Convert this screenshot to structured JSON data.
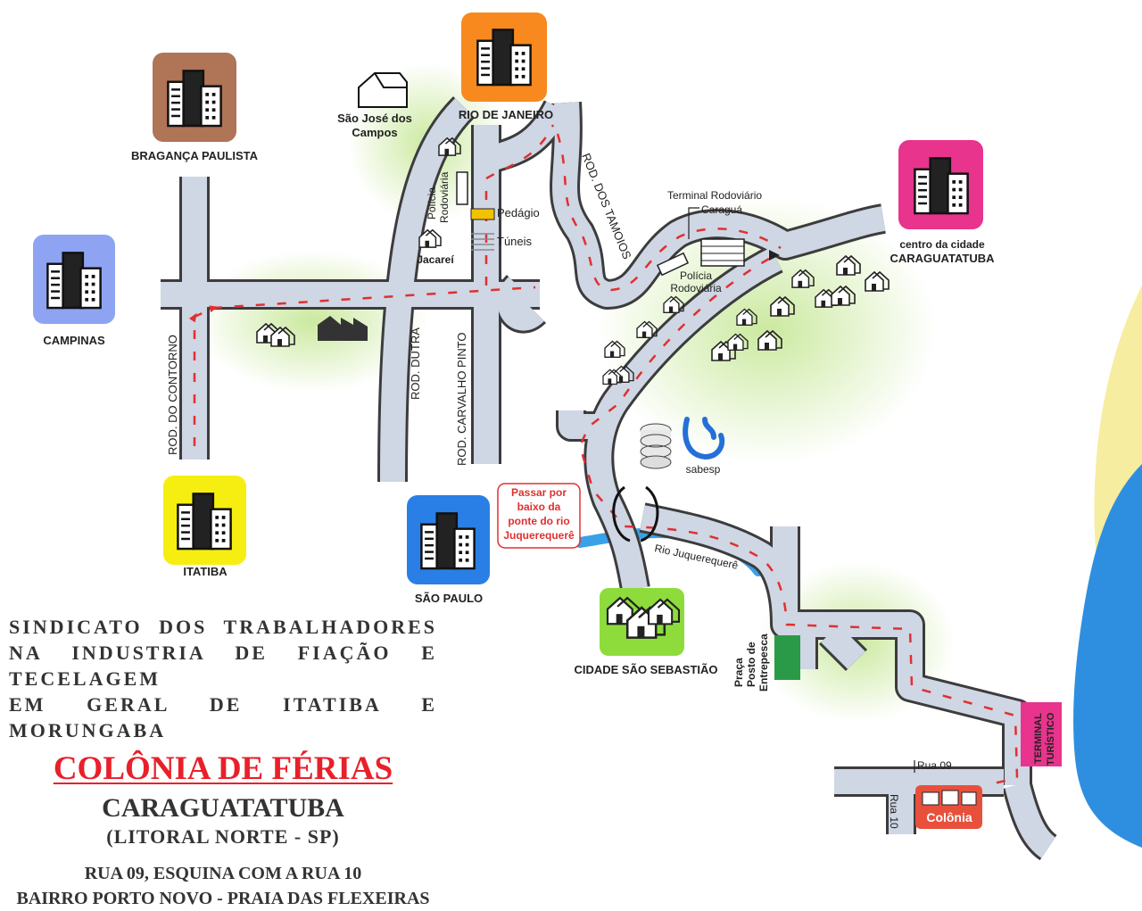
{
  "map": {
    "cities": {
      "braganca": "BRAGANÇA PAULISTA",
      "campinas": "CAMPINAS",
      "itatiba": "ITATIBA",
      "sao_paulo": "SÃO PAULO",
      "rio": "RIO DE JANEIRO",
      "sjc_1": "São José dos",
      "sjc_2": "Campos",
      "jacarei": "Jacareí",
      "caragua_1": "centro da cidade",
      "caragua_2": "CARAGUATATUBA",
      "sao_sebastiao": "CIDADE SÃO SEBASTIÃO"
    },
    "roads": {
      "contorno": "ROD. DO CONTORNO",
      "dutra": "ROD. DUTRA",
      "carvalho_pinto": "ROD. CARVALHO PINTO",
      "tamoios": "ROD. DOS TAMOIOS"
    },
    "places": {
      "pedagio": "Pedágio",
      "tuneis": "Túneis",
      "policia_rod_1": "Polícia",
      "policia_rod_2": "Rodoviária",
      "terminal_1": "Terminal  Rodoviário",
      "terminal_2": "Caraguá",
      "policia2_1": "Polícia",
      "policia2_2": "Rodoviária",
      "sabesp": "sabesp",
      "rio_juq": "Rio Juquerequerê",
      "praca_1": "Praça",
      "praca_2": "Posto de",
      "praca_3": "Entrepesca",
      "terminal_turistico_1": "TERMINAL",
      "terminal_turistico_2": "TURÍSTICO",
      "rua09": "Rua 09",
      "rua10": "Rua 10",
      "colonia": "Colônia"
    },
    "note": {
      "line1": "Passar por",
      "line2": "baixo da",
      "line3": "ponte do rio",
      "line4": "Juquerequerê"
    },
    "colors": {
      "road": "#cfd6e4",
      "road_edge": "#3c3c3c",
      "route_arrow": "#e03030",
      "green_glow": "#c8e89a",
      "sea": "#2e8fe0",
      "sand": "#f6eda0"
    }
  },
  "title": {
    "line1": "SINDICATO   DOS   TRABALHADORES",
    "line2": "NA INDUSTRIA DE FIAÇÃO E TECELAGEM",
    "line3": "EM  GERAL  DE  ITATIBA  E  MORUNGABA",
    "colonia": "COLÔNIA DE FÉRIAS",
    "city": "CARAGUATATUBA",
    "region": "(LITORAL NORTE - SP)",
    "address1": "RUA 09, ESQUINA COM A RUA 10",
    "address2": "BAIRRO PORTO NOVO - PRAIA DAS FLEXEIRAS"
  }
}
